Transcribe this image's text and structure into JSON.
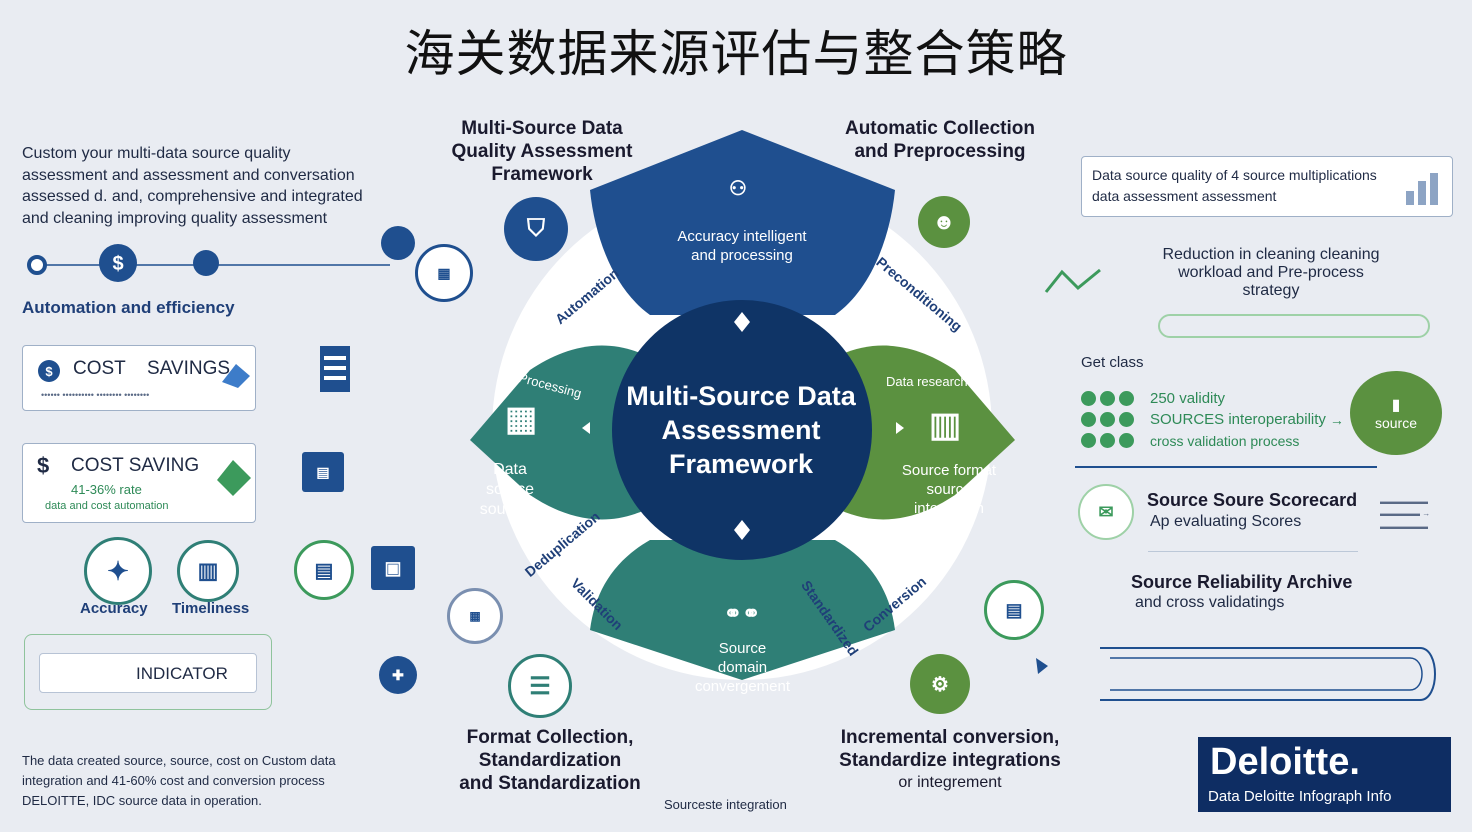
{
  "title": "海关数据来源评估与整合策略",
  "left": {
    "intro": [
      "Custom your multi-data source quality",
      "assessment and assessment and conversation",
      "assessed d. and, comprehensive and integrated",
      "and cleaning improving quality assessment"
    ],
    "automation_label": "Automation and efficiency",
    "cost_box1": {
      "label1": "COST",
      "label2": "SAVINGS",
      "sub": "••••••  ••••••••••  ••••••••  ••••••••"
    },
    "cost_box2": {
      "label": "COST SAVING",
      "value": "41-36% rate",
      "sub": "data and cost automation"
    },
    "accuracy": "Accuracy",
    "timeliness": "Timeliness",
    "indicator": "INDICATOR",
    "footer": [
      "The data created source, source, cost on Custom data",
      "integration and 41-60% cost and conversion process",
      "DELOITTE, IDC source data in operation."
    ]
  },
  "hub": {
    "top_left": [
      "Multi-Source Data",
      "Quality Assessment",
      "Framework"
    ],
    "top_right": [
      "Automatic Collection",
      "and Preprocessing"
    ],
    "bottom_left": [
      "Format Collection,",
      "Standardization",
      "and Standardization"
    ],
    "bottom_right": [
      "Incremental conversion,",
      "Standardize integrations",
      "or integrement"
    ],
    "bottom_caption": "Sourceste integration",
    "center": [
      "Multi-Source Data",
      "Assessment",
      "Framework"
    ],
    "seg_top": [
      "Accuracy intelligent",
      "and processing"
    ],
    "seg_left": [
      "Data",
      "source",
      "sourcing"
    ],
    "seg_right": [
      "Source format",
      "source",
      "integration"
    ],
    "seg_bottom": [
      "Source",
      "domain",
      "convergement"
    ],
    "ring_tl": "Automation",
    "ring_tr": "Preconditioning",
    "ring_bl": "Deduplication",
    "ring_br": "Conversion",
    "ring_l": "Processing",
    "ring_r": "Data research",
    "ring_b1": "Validation",
    "ring_b2": "Standardized"
  },
  "right": {
    "box_line1": "Data source quality of 4 source multiplications",
    "box_line2": "data assessment assessment",
    "reduce": [
      "Reduction in cleaning cleaning",
      "workload and Pre-process strategy"
    ],
    "get_class": "Get class",
    "stats": [
      "250 validity",
      "SOURCES interoperability",
      "cross validation process"
    ],
    "source_badge": "source",
    "scorecard_h": "Source Soure Scorecard",
    "scorecard_s": "Ap evaluating Scores",
    "archive_h": "Source Reliability Archive",
    "archive_s": "and cross validatings"
  },
  "brand": {
    "name": "Deloitte.",
    "sub": "Data Deloitte Infograph Info"
  },
  "colors": {
    "navy": "#1f4f8f",
    "deep_navy": "#0f3466",
    "teal": "#2f7f76",
    "green": "#5b9140",
    "bg": "#e9ecf2"
  }
}
